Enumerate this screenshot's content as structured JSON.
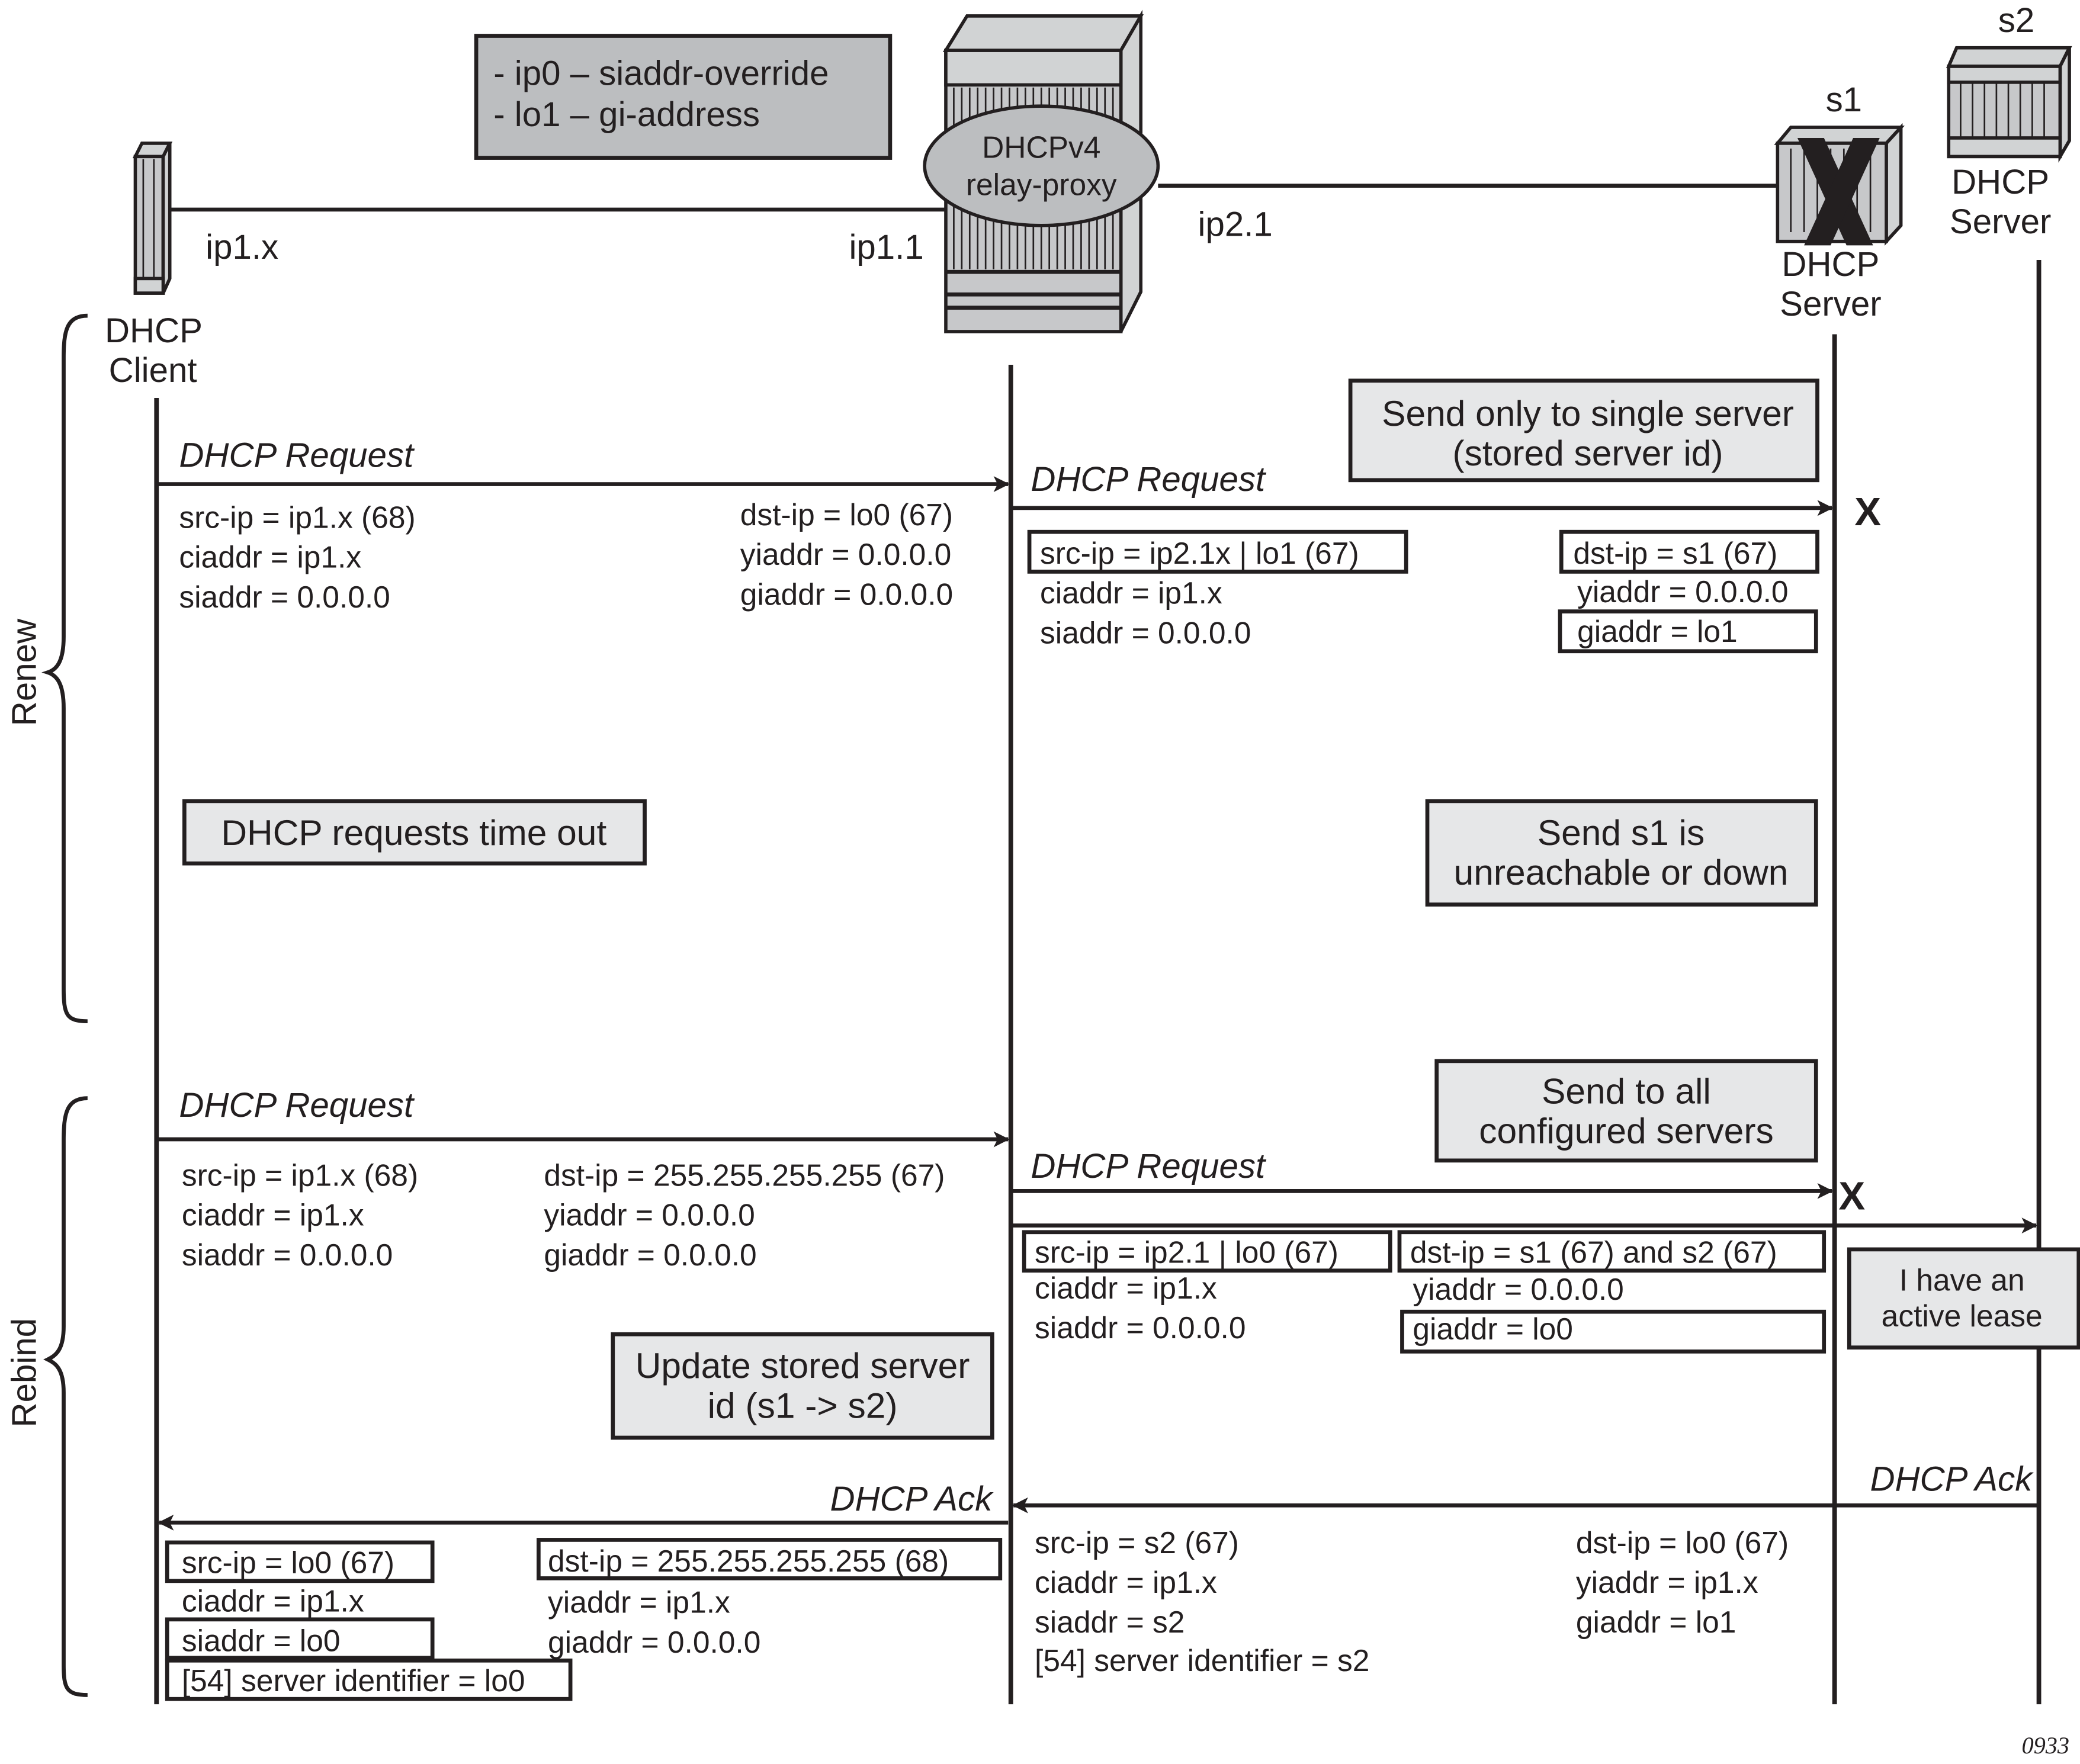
{
  "config_note": {
    "lines": [
      "- ip0 – siaddr-override",
      "- lo1 – gi-address"
    ]
  },
  "nodes": {
    "client": {
      "label_line1": "DHCP",
      "label_line2": "Client",
      "interface": "ip1.x"
    },
    "relay": {
      "label_line1": "DHCPv4",
      "label_line2": "relay-proxy",
      "interface_left": "ip1.1",
      "interface_right": "ip2.1"
    },
    "server1": {
      "id": "s1",
      "label_line1": "DHCP",
      "label_line2": "Server",
      "status_mark": "X"
    },
    "server2": {
      "id": "s2",
      "label_line1": "DHCP",
      "label_line2": "Server"
    }
  },
  "phases": {
    "renew": "Renew",
    "rebind": "Rebind"
  },
  "renew": {
    "client_request": {
      "label": "DHCP Request",
      "left": [
        "src-ip = ip1.x (68)",
        "ciaddr = ip1.x",
        "siaddr = 0.0.0.0"
      ],
      "right": [
        "dst-ip = lo0 (67)",
        "yiaddr = 0.0.0.0",
        "giaddr = 0.0.0.0"
      ]
    },
    "relay_request": {
      "label": "DHCP Request",
      "drop_mark": "X",
      "src_boxed": "src-ip = ip2.1x | lo1 (67)",
      "left": [
        "ciaddr = ip1.x",
        "siaddr = 0.0.0.0"
      ],
      "dst_boxed": "dst-ip = s1 (67)",
      "yiaddr": "yiaddr = 0.0.0.0",
      "giaddr_boxed": "giaddr = lo1"
    },
    "notes": {
      "single_server": [
        "Send only to single server",
        "(stored server id)"
      ],
      "timeout": "DHCP requests time out",
      "unreachable": [
        "Send s1 is",
        "unreachable or down"
      ]
    }
  },
  "rebind": {
    "client_request": {
      "label": "DHCP Request",
      "left": [
        "src-ip = ip1.x (68)",
        "ciaddr = ip1.x",
        "siaddr = 0.0.0.0"
      ],
      "right": [
        "dst-ip = 255.255.255.255 (67)",
        "yiaddr = 0.0.0.0",
        "giaddr = 0.0.0.0"
      ]
    },
    "relay_request": {
      "label": "DHCP Request",
      "drop_mark": "X",
      "src_boxed": "src-ip = ip2.1 | lo0 (67)",
      "left": [
        "ciaddr = ip1.x",
        "siaddr = 0.0.0.0"
      ],
      "dst_boxed": "dst-ip = s1 (67) and s2 (67)",
      "yiaddr": "yiaddr = 0.0.0.0",
      "giaddr_boxed": "giaddr = lo0"
    },
    "server_ack": {
      "label": "DHCP Ack",
      "left": [
        "src-ip = s2 (67)",
        "ciaddr = ip1.x",
        "siaddr = s2",
        "[54] server identifier = s2"
      ],
      "right": [
        "dst-ip = lo0 (67)",
        "yiaddr = ip1.x",
        "giaddr = lo1"
      ]
    },
    "relay_ack": {
      "label": "DHCP Ack",
      "src_boxed": "src-ip = lo0 (67)",
      "ciaddr": "ciaddr = ip1.x",
      "siaddr_boxed": "siaddr = lo0",
      "option_boxed": "[54] server identifier = lo0",
      "dst_boxed": "dst-ip = 255.255.255.255 (68)",
      "right": [
        "yiaddr = ip1.x",
        "giaddr = 0.0.0.0"
      ]
    },
    "notes": {
      "all_servers": [
        "Send to all",
        "configured servers"
      ],
      "update_id": [
        "Update stored server",
        "id (s1 -> s2)"
      ],
      "active_lease": [
        "I have an",
        "active lease"
      ]
    }
  },
  "figure_id": "0933"
}
